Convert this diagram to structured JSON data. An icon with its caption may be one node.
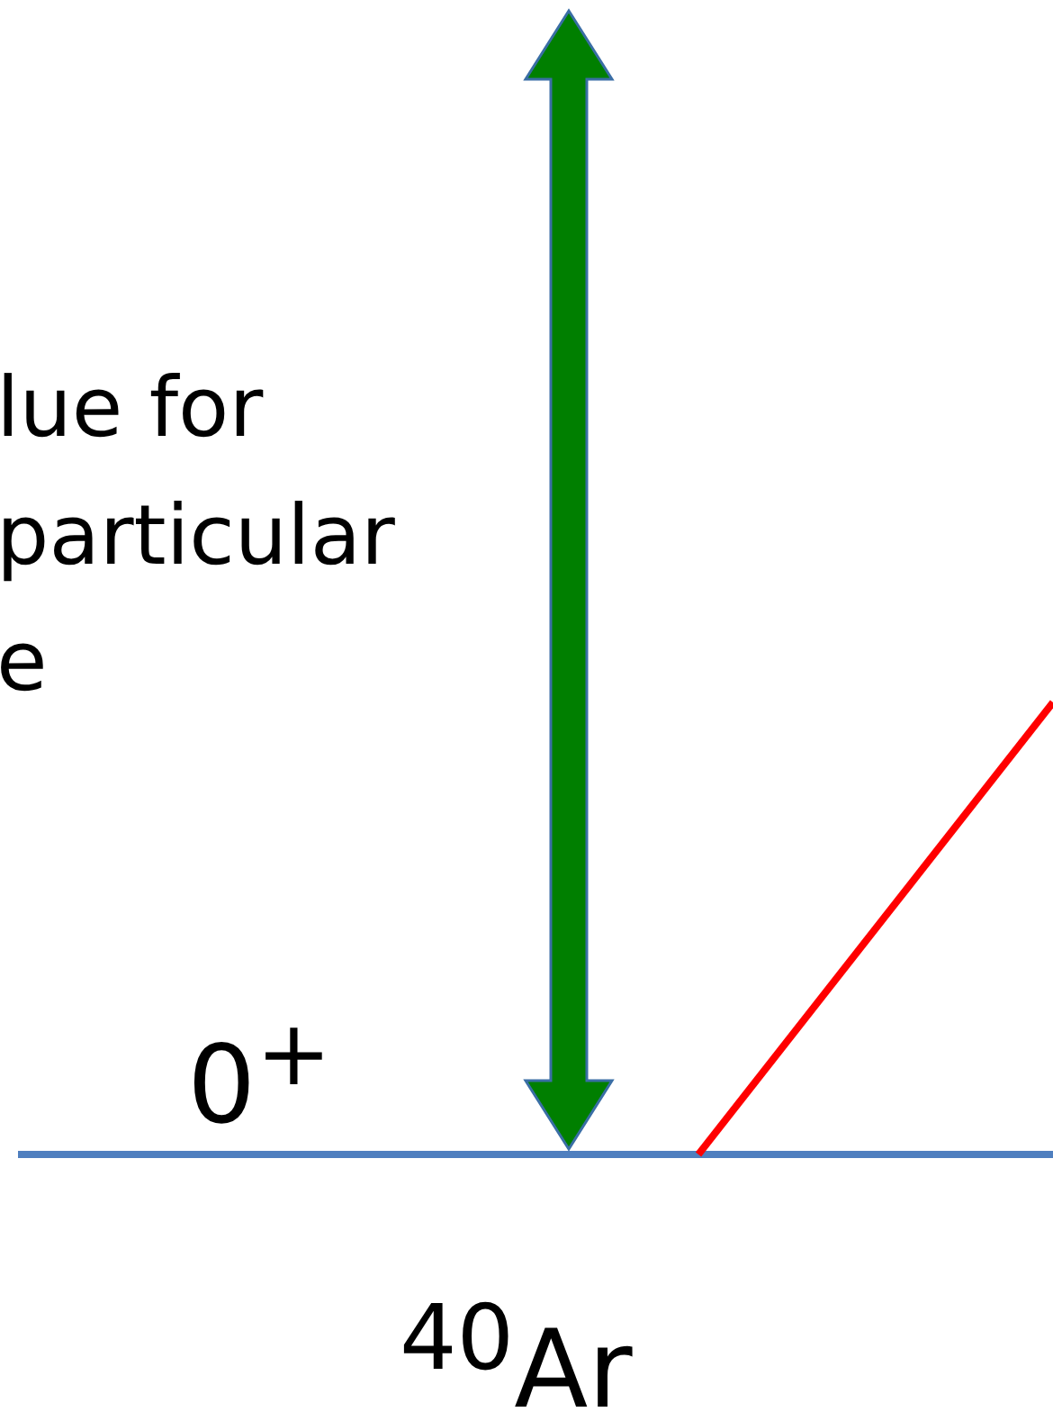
{
  "diagram": {
    "labels": [
      "lue for",
      "particular",
      "e",
      "0$^{+}$",
      "$^{40}$Ar"
    ]
  }
}
